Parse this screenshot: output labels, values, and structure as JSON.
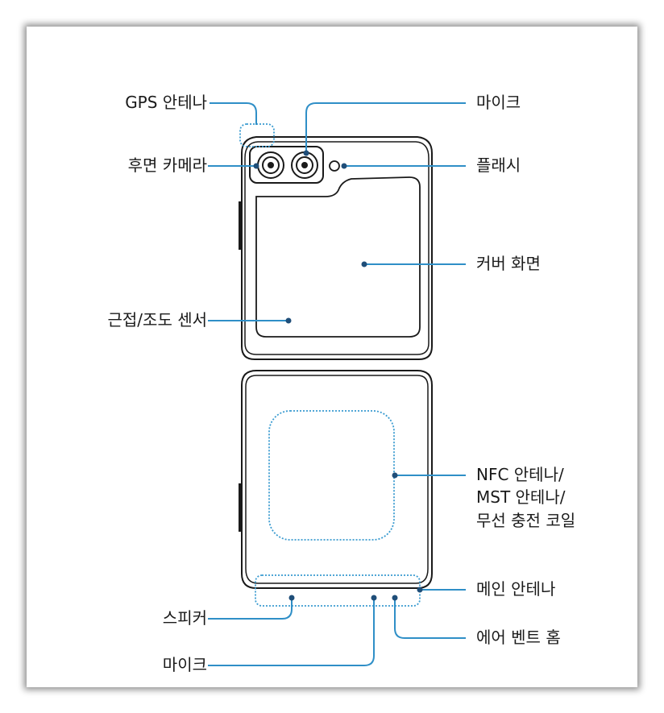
{
  "colors": {
    "callout_line": "#2f8fc7",
    "callout_dot": "#1f4e79",
    "dotted_outline": "#3a9bd0",
    "device_stroke": "#1a1a1a",
    "text": "#1a1a1a"
  },
  "labels": {
    "gps_antenna": "GPS 안테나",
    "rear_camera": "후면 카메라",
    "proximity_light_sensor": "근접/조도 센서",
    "mic_top": "마이크",
    "flash": "플래시",
    "cover_screen": "커버 화면",
    "nfc_antenna": "NFC 안테나/",
    "mst_antenna": "MST 안테나/",
    "wireless_coil": "무선 충전 코일",
    "main_antenna": "메인 안테나",
    "speaker": "스피커",
    "mic_bottom": "마이크",
    "air_vent": "에어 벤트 홈"
  }
}
